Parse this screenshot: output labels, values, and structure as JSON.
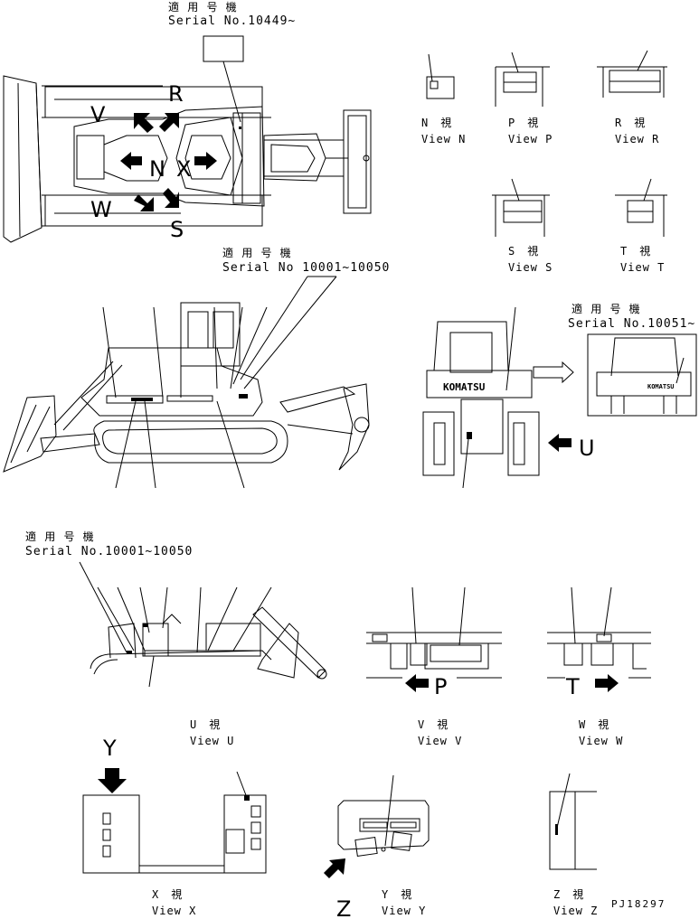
{
  "serial_top": {
    "jp": "適 用 号 機",
    "en": "Serial No.10449~"
  },
  "serial_mid": {
    "jp": "適 用 号 機",
    "en": "Serial No 10001~10050"
  },
  "serial_right": {
    "jp": "適 用 号 機",
    "en": "Serial No.10051~"
  },
  "serial_u": {
    "jp": "適 用 号 機",
    "en": "Serial No.10001~10050"
  },
  "letters": {
    "R": "R",
    "V": "V",
    "N": "N",
    "X": "X",
    "W": "W",
    "S": "S",
    "U": "U",
    "P": "P",
    "T": "T",
    "Y": "Y",
    "Z": "Z"
  },
  "brand": "KOMATSU",
  "brand_small": "KOMATSU",
  "views": {
    "N": {
      "jp": "N　視",
      "en": "View N"
    },
    "P": {
      "jp": "P　視",
      "en": "View P"
    },
    "R": {
      "jp": "R　視",
      "en": "View R"
    },
    "S": {
      "jp": "S　視",
      "en": "View S"
    },
    "T": {
      "jp": "T　視",
      "en": "View T"
    },
    "U": {
      "jp": "U　視",
      "en": "View U"
    },
    "V": {
      "jp": "V　視",
      "en": "View V"
    },
    "W": {
      "jp": "W　視",
      "en": "View W"
    },
    "X": {
      "jp": "X　視",
      "en": "View X"
    },
    "Y": {
      "jp": "Y　視",
      "en": "View Y"
    },
    "Z": {
      "jp": "Z　視",
      "en": "View Z"
    }
  },
  "drawing_code": "PJ18297"
}
